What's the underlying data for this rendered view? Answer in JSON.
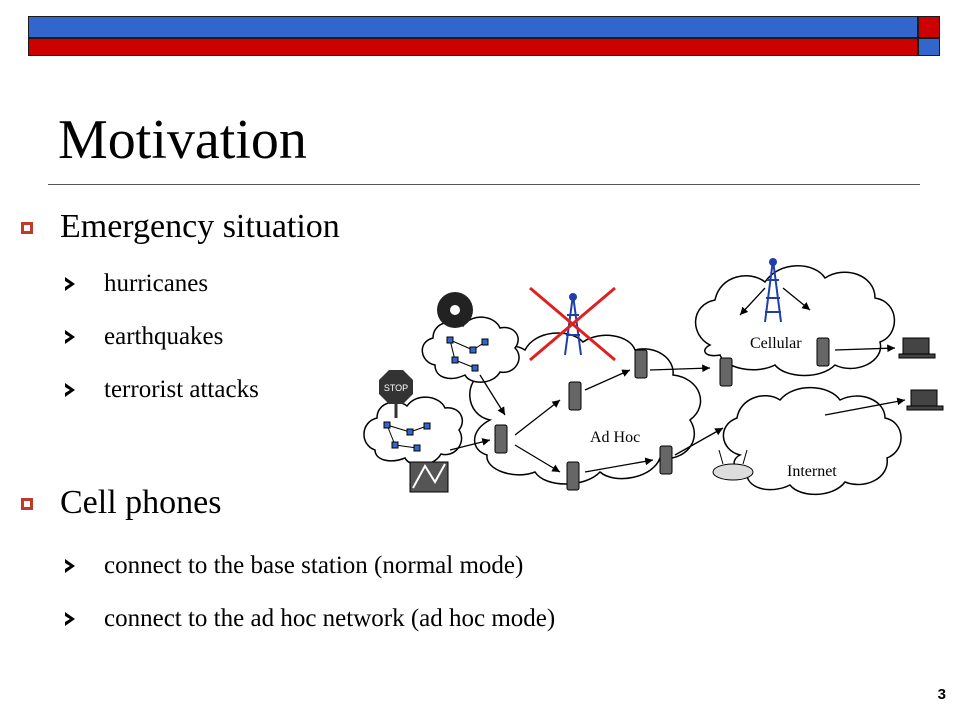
{
  "slide": {
    "title": "Motivation",
    "page_number": "3",
    "colors": {
      "header_blue": "#3366cc",
      "header_red": "#cc0000",
      "bullet_red": "#c0392b"
    },
    "bullets": [
      {
        "text": "Emergency situation",
        "icon": "hollow-square-bullet-icon",
        "subitems": [
          "hurricanes",
          "earthquakes",
          "terrorist attacks"
        ]
      },
      {
        "text": "Cell phones",
        "icon": "filled-square-bullet-icon",
        "subitems": [
          "connect to the base station (normal mode)",
          "connect to the ad hoc network (ad hoc mode)"
        ]
      }
    ]
  },
  "diagram": {
    "labels": {
      "cellular": "Cellular",
      "adhoc": "Ad Hoc",
      "internet": "Internet",
      "stop": "STOP"
    }
  }
}
